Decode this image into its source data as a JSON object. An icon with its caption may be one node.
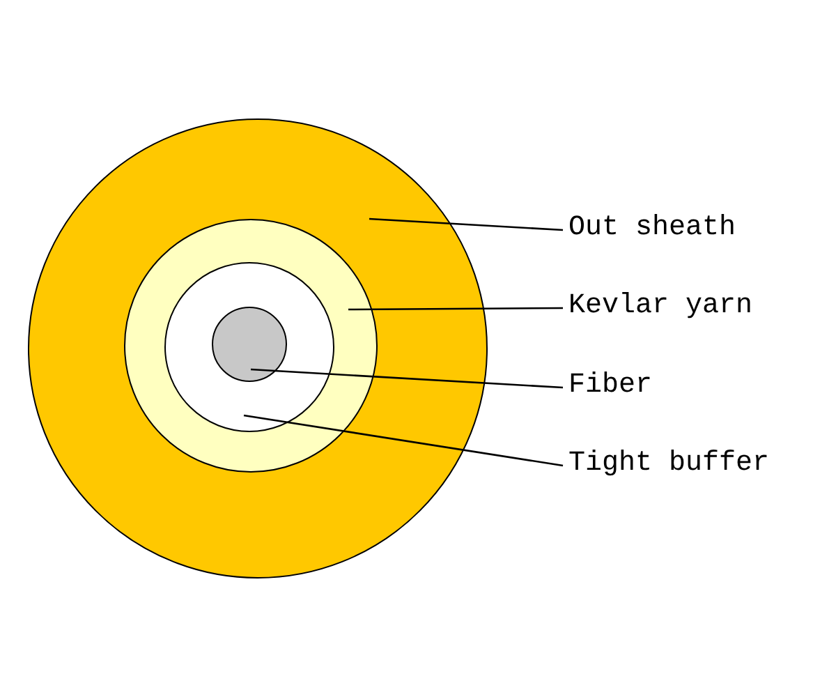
{
  "diagram": {
    "nodes": [
      {
        "text": [],
        "shape": "circle"
      },
      {
        "text": [],
        "shape": "circle",
        "in": 0
      },
      {
        "text": [],
        "shape": "circle",
        "in": 1
      },
      {
        "text": [],
        "shape": "circle",
        "in": 2
      },
      {
        "text": [
          "Out sheath"
        ]
      },
      {
        "text": [
          "Kevlar yarn"
        ]
      },
      {
        "text": [
          "Fiber"
        ]
      },
      {
        "text": [
          "Tight buffer"
        ]
      }
    ],
    "edges": [
      {
        "from": 4,
        "to": 0,
        "arrow": "none"
      },
      {
        "from": 5,
        "to": 1,
        "arrow": "none"
      },
      {
        "from": 6,
        "to": 3,
        "arrow": "none"
      },
      {
        "from": 7,
        "to": 2,
        "arrow": "none"
      }
    ]
  }
}
